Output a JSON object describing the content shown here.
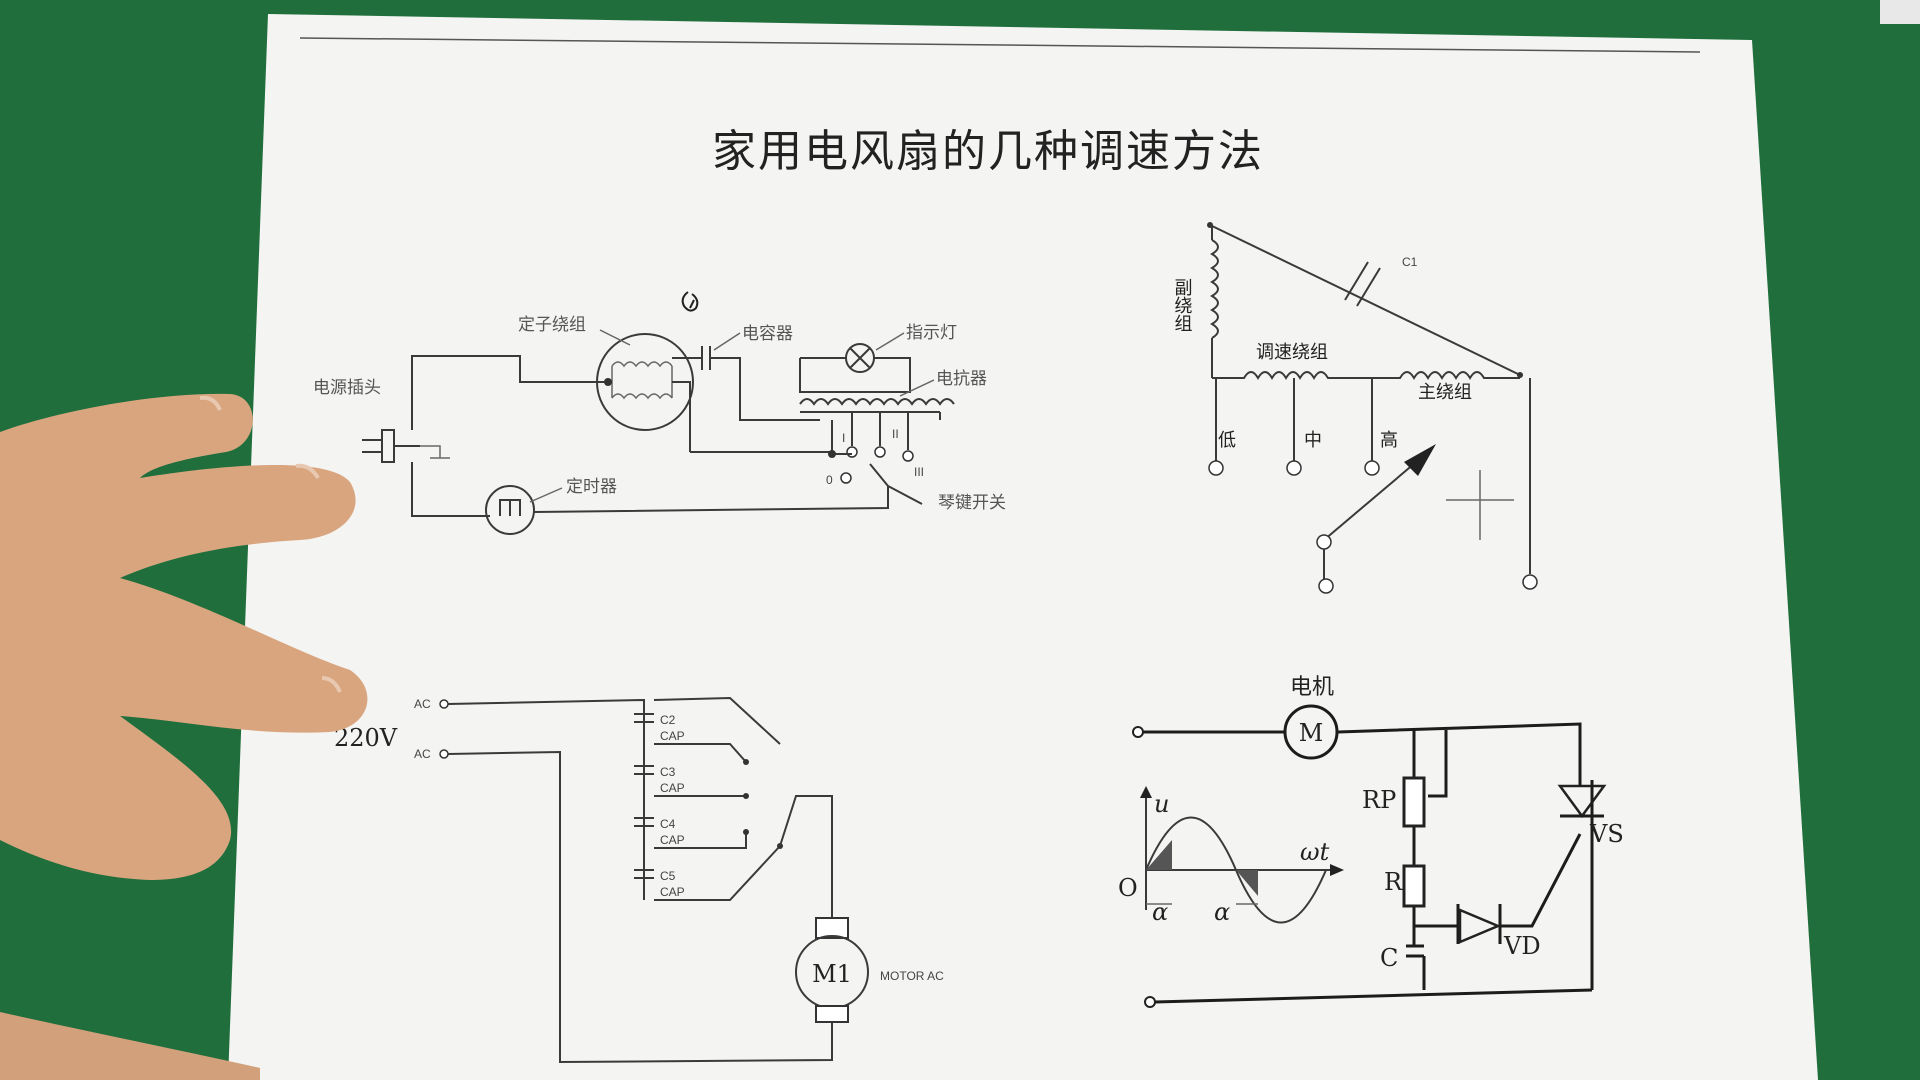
{
  "title": "家用电风扇的几种调速方法",
  "diagram1": {
    "stator": "定子绕组",
    "capacitor": "电容器",
    "indicator": "指示灯",
    "reactor": "电抗器",
    "plug": "电源插头",
    "timer": "定时器",
    "switch": "琴键开关",
    "pos_0": "0",
    "pos_1": "I",
    "pos_2": "II",
    "pos_3": "III"
  },
  "diagram2": {
    "c1": "C1",
    "aux_winding": "副绕组",
    "speed_winding": "调速绕组",
    "main_winding": "主绕组",
    "low": "低",
    "mid": "中",
    "high": "高"
  },
  "diagram3": {
    "voltage": "220V",
    "ac1": "AC",
    "ac2": "AC",
    "caps": [
      {
        "name": "C2",
        "type": "CAP"
      },
      {
        "name": "C3",
        "type": "CAP"
      },
      {
        "name": "C4",
        "type": "CAP"
      },
      {
        "name": "C5",
        "type": "CAP"
      }
    ],
    "motor": "M1",
    "motor_type": "MOTOR AC"
  },
  "diagram4": {
    "motor_label": "电机",
    "motor_symbol": "M",
    "rp": "RP",
    "r": "R",
    "c": "C",
    "vs": "VS",
    "vd": "VD",
    "u": "u",
    "wt": "ωt",
    "origin": "O",
    "alpha": "α"
  }
}
